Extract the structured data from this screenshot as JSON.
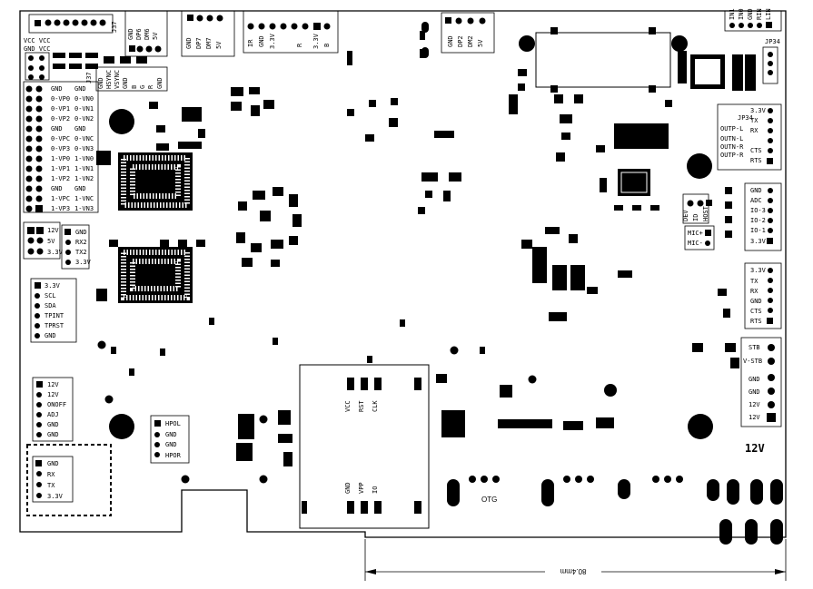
{
  "headers": {
    "j37_label": "J37",
    "j37_side_label": "J37",
    "jp34_label": "JP34",
    "jp34b_label": "JP34"
  },
  "top_headers": {
    "h1_pins": [
      "GND",
      "DP6",
      "DM6",
      "5V"
    ],
    "h2_pins": [
      "GND",
      "DP7",
      "DM7",
      "5V"
    ],
    "h3_pins": [
      "IR",
      "GND",
      "3.3V",
      "R",
      "3.3V",
      "B"
    ],
    "h4_pins": [
      "GND",
      "DP2",
      "DM2",
      "5V"
    ],
    "h5_pins": [
      "IN1",
      "IN0",
      "GND",
      "RIN",
      "LIN"
    ]
  },
  "left_vcc": {
    "line1": "VCC VCC",
    "line2": "GND VCC"
  },
  "vga_pins": [
    "GND",
    "HSYNC",
    "VSYNC",
    "GND",
    "B",
    "G",
    "R",
    "GND"
  ],
  "lvds_left": [
    "GND",
    "0-VP0",
    "0-VP1",
    "0-VP2",
    "GND",
    "0-VPC",
    "0-VP3",
    "1-VP0",
    "1-VP1",
    "1-VP2",
    "GND",
    "1-VPC",
    "1-VP3"
  ],
  "lvds_right": [
    "GND",
    "0-VN0",
    "0-VN1",
    "0-VN2",
    "GND",
    "0-VNC",
    "0-VN3",
    "1-VN0",
    "1-VN1",
    "1-VN2",
    "GND",
    "1-VNC",
    "1-VN3"
  ],
  "power_small": [
    "12V",
    "5V",
    "3.3V"
  ],
  "uart_left": [
    "GND",
    "RX2",
    "TX2",
    "3.3V"
  ],
  "i2c_header": [
    "3.3V",
    "SCL",
    "SDA",
    "TPINT",
    "TPRST",
    "GND"
  ],
  "power_header": [
    "12V",
    "12V",
    "ONOFF",
    "ADJ",
    "GND",
    "GND"
  ],
  "uart_bottom": [
    "GND",
    "RX",
    "TX",
    "3.3V"
  ],
  "hp_header": [
    "HPOL",
    "GND",
    "GND",
    "HPOR"
  ],
  "audio_header": [
    "3.3V",
    "TX",
    "RX",
    "OUTP-L",
    "OUTN-L",
    "OUTN-R",
    "OUTP-R",
    "CTS",
    "RTS"
  ],
  "io_header": [
    "GND",
    "ADC",
    "IO-3",
    "IO-2",
    "IO-1",
    "3.3V"
  ],
  "dev_labels": [
    "DEV",
    "ID",
    "HOST"
  ],
  "mic_labels": [
    "MIC+",
    "MIC-"
  ],
  "uart_right": [
    "3.3V",
    "TX",
    "RX",
    "GND",
    "CTS",
    "RTS"
  ],
  "stb_header": [
    "STB",
    "V-STB",
    "GND",
    "GND",
    "12V",
    "12V"
  ],
  "sim_top": [
    "VCC",
    "RST",
    "CLK"
  ],
  "sim_bottom": [
    "GND",
    "VPP",
    "IO"
  ],
  "otg_label": "OTG",
  "power_label": "12V",
  "dimension_label": "80.4mm"
}
